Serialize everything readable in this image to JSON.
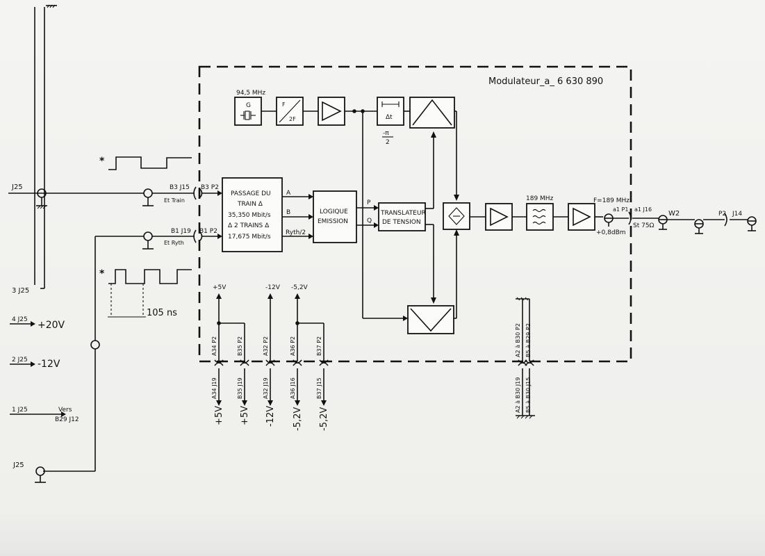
{
  "modulator_title": "Modulateur_a_ 6 630 890",
  "oscillator": {
    "freq": "94,5 MHz",
    "letter": "G"
  },
  "divider": {
    "top": "F",
    "bottom": "2F"
  },
  "delay": {
    "label": "Δt",
    "phase": "-π",
    "phase_den": "2"
  },
  "passage": {
    "l1": "PASSAGE DU",
    "l2": "TRAIN Δ",
    "l3": "35,350 Mbit/s",
    "l4": "Δ 2 TRAINS Δ",
    "l5": "17,675 Mbit/s",
    "out_a": "A",
    "out_b": "B",
    "out_ryth": "Ryth/2"
  },
  "logique": {
    "l1": "LOGIQUE",
    "l2": "EMISSION",
    "out_p": "P",
    "out_q": "Q"
  },
  "translateur": {
    "l1": "TRANSLATEUR",
    "l2": "DE TENSION"
  },
  "filter_freq": "189 MHz",
  "output": {
    "freq": "F=189 MHz",
    "level": "+0,8dBm",
    "p1": "a1 P1",
    "j16": "a1 J16",
    "st": "St 75Ω",
    "w2": "W2",
    "p2": "P2",
    "j14": "J14"
  },
  "inputs": {
    "j25_top": "J25",
    "b3_j15": "B3 J15",
    "et_train": "Et Train",
    "b3_p2": "B3 P2",
    "b1_j19": "B1 J19",
    "et_ryth": "Et Ryth",
    "b1_p2": "B1 P2",
    "j25_3": "3 J25",
    "j25_4": "4 J25",
    "v_plus20": "+20V",
    "j25_2": "2 J25",
    "v_minus12": "-12V",
    "j25_1": "1 J25",
    "vers_1": "Vers",
    "vers_2": "B29 J12",
    "j25_bottom": "J25"
  },
  "waveform": {
    "marker": "*",
    "ns": "105 ns"
  },
  "supply_top": {
    "p5": "+5V",
    "m12": "-12V",
    "m52": "-5,2V"
  },
  "connectors": {
    "p2": [
      "A34 P2",
      "B35 P2",
      "A32 P2",
      "A36 P2",
      "B37 P2"
    ],
    "j": [
      "A34 J19",
      "B35 J19",
      "A32 J19",
      "A36 J16",
      "B37 J15"
    ],
    "v": [
      "+5V",
      "+5V",
      "-12V",
      "-5,2V",
      "-5,2V"
    ]
  },
  "ground_group": {
    "p2a": "P2",
    "p2b": "P2",
    "a2": "A2 à B30",
    "b5": "B5 à B29",
    "a2j": "A2 à B30 J19",
    "b5j": "B5 à B30 J15"
  }
}
